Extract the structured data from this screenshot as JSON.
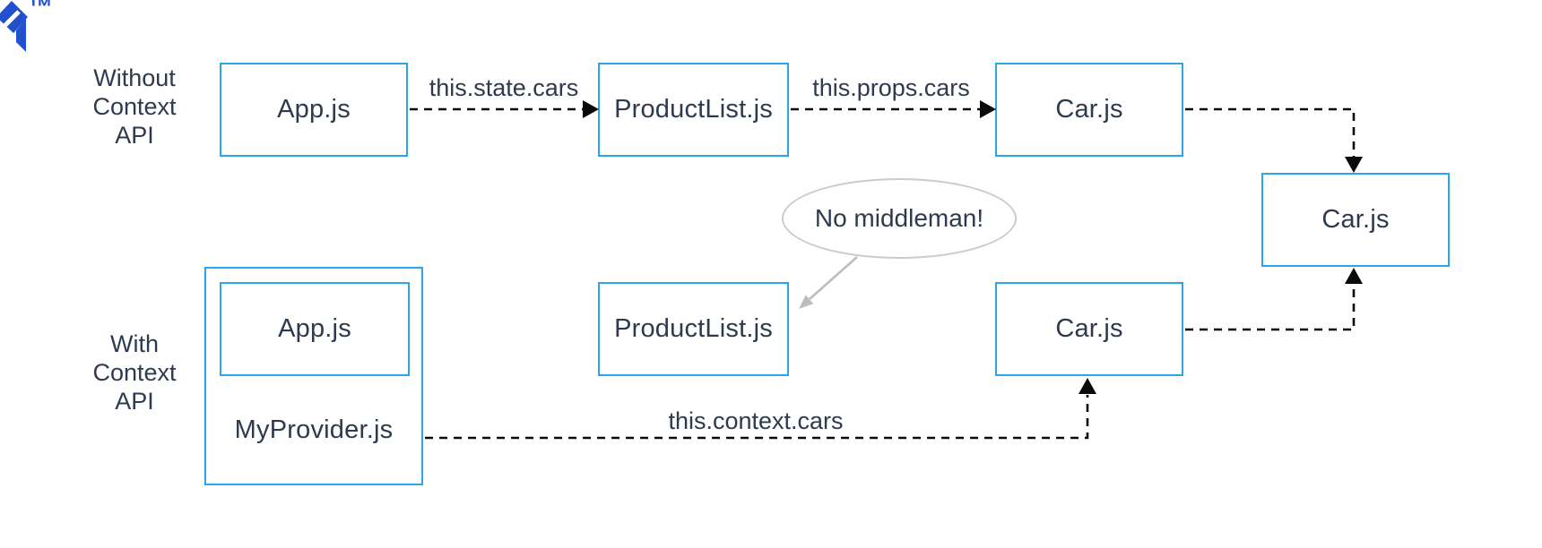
{
  "logo": {
    "name": "toptal-logomark",
    "trademark": "™",
    "color": "#2351CE"
  },
  "labels": {
    "without": "Without\nContext\nAPI",
    "with": "With\nContext\nAPI"
  },
  "boxes": {
    "app1": "App.js",
    "productlist1": "ProductList.js",
    "car1": "Car.js",
    "car_right": "Car.js",
    "app2": "App.js",
    "myprovider": "MyProvider.js",
    "productlist2": "ProductList.js",
    "car2": "Car.js"
  },
  "edges": {
    "state": "this.state.cars",
    "props": "this.props.cars",
    "context": "this.context.cars"
  },
  "annotation": {
    "text": "No middleman!"
  },
  "colors": {
    "box_border": "#29A5E9",
    "text": "#2E3A4E",
    "connector": "#0A0A0A",
    "annotation_border": "#CBCBCB",
    "annotation_arrow": "#BDBDBD",
    "logo_blue": "#2351CE",
    "background": "#FFFFFF"
  }
}
